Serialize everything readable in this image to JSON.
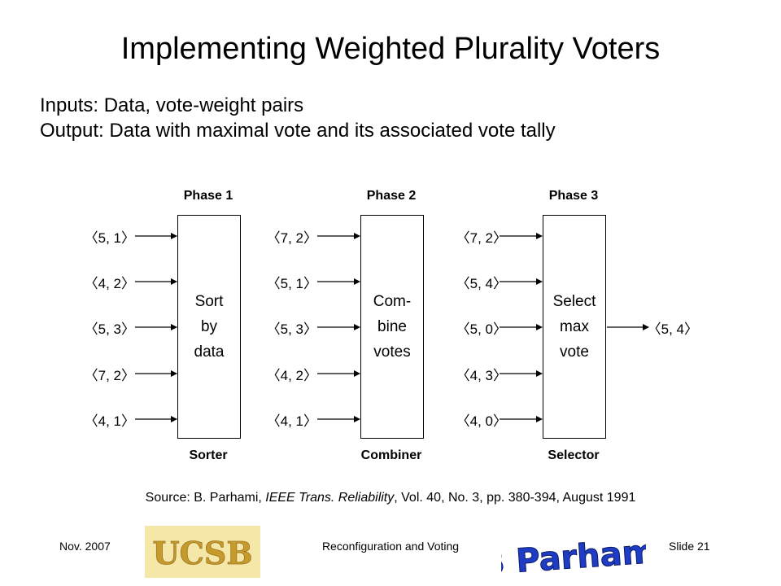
{
  "title": "Implementing Weighted Plurality Voters",
  "bullets": [
    "Inputs: Data, vote-weight pairs",
    "Output: Data with maximal vote and its associated vote tally"
  ],
  "phases": [
    {
      "header": "Phase 1",
      "box_label": "Sort\nby\ndata",
      "footer": "Sorter"
    },
    {
      "header": "Phase 2",
      "box_label": "Com-\nbine\nvotes",
      "footer": "Combiner"
    },
    {
      "header": "Phase 3",
      "box_label": "Select\nmax\nvote",
      "footer": "Selector"
    }
  ],
  "columns": [
    [
      "〈5, 1〉",
      "〈4, 2〉",
      "〈5, 3〉",
      "〈7, 2〉",
      "〈4, 1〉"
    ],
    [
      "〈7, 2〉",
      "〈5, 1〉",
      "〈5, 3〉",
      "〈4, 2〉",
      "〈4, 1〉"
    ],
    [
      "〈7, 2〉",
      "〈5, 4〉",
      "〈5, 0〉",
      "〈4, 3〉",
      "〈4, 0〉"
    ]
  ],
  "output": "〈5, 4〉",
  "source": {
    "prefix": "Source: B. Parhami, ",
    "journal": "IEEE Trans. Reliability",
    "suffix": ", Vol. 40, No. 3, pp. 380-394, August 1991"
  },
  "footer": {
    "date": "Nov. 2007",
    "center": "Reconfiguration and Voting",
    "slide": "Slide 21"
  },
  "logos": {
    "ucsb": "UCSB",
    "author": "B Parhami"
  },
  "colors": {
    "ucsb_text": "#c79a2c",
    "ucsb_bg": "#f4e7a8",
    "author_fill": "#1f3cc4"
  }
}
